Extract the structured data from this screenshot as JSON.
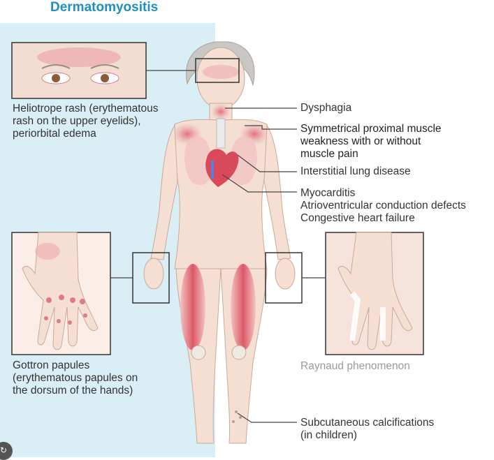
{
  "title": "Dermatomyositis",
  "labels": {
    "heliotrope": [
      "Heliotrope rash (erythematous",
      "rash on the upper eyelids),",
      "periorbital edema"
    ],
    "dysphagia": "Dysphagia",
    "proximal": [
      "Symmetrical proximal muscle",
      "weakness with or without",
      "muscle pain"
    ],
    "ild": "Interstitial lung disease",
    "cardiac": [
      "Myocarditis",
      "Atrioventricular conduction defects",
      "Congestive heart failure"
    ],
    "gottron": [
      "Gottron papules",
      "(erythematous papules on",
      "the dorsum of the hands)"
    ],
    "raynaud": "Raynaud phenomenon",
    "calcification": [
      "Subcutaneous calcifications",
      "(in children)"
    ]
  },
  "colors": {
    "title": "#1f8fbf",
    "panel": "#d9eff5",
    "skin": "#f4dfd2",
    "rash": "#e8a0a8",
    "muscle": "#e4707c"
  }
}
